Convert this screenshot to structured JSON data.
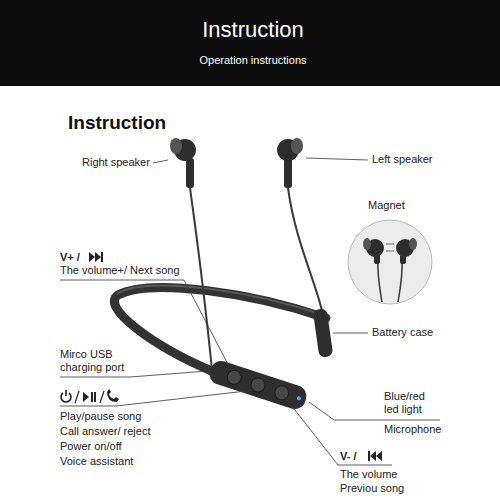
{
  "diagram": {
    "title": "Instruction",
    "labels": [
      "Operation instructions",
      "Instruction",
      "Right speaker",
      "Left speaker",
      "Magnet",
      "V+ /",
      "The volume+/ Next song",
      "Battery case",
      "Mirco USB charging port",
      "Play/pause song",
      "Call answer/ reject",
      "Power on/off",
      "Voice assistant",
      "Blue/red led light",
      "Microphone",
      "V- /",
      "The volume",
      "Previou song"
    ]
  }
}
